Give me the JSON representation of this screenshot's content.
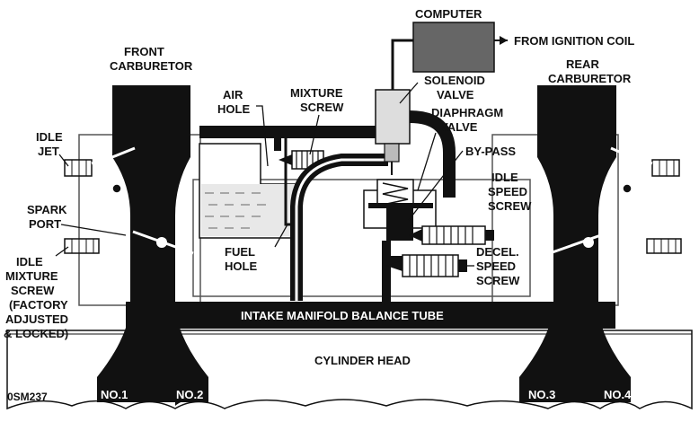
{
  "labels": {
    "computer": "COMPUTER",
    "from_ignition_coil": "FROM IGNITION COIL",
    "front_carb_line1": "FRONT",
    "front_carb_line2": "CARBURETOR",
    "rear_carb_line1": "REAR",
    "rear_carb_line2": "CARBURETOR",
    "solenoid_line1": "SOLENOID",
    "solenoid_line2": "VALVE",
    "air_hole_line1": "AIR",
    "air_hole_line2": "HOLE",
    "mixture_screw_line1": "MIXTURE",
    "mixture_screw_line2": "SCREW",
    "diaphragm_line1": "DIAPHRAGM",
    "diaphragm_line2": "VALVE",
    "bypass": "BY-PASS",
    "idle_jet_line1": "IDLE",
    "idle_jet_line2": "JET",
    "idle_speed_line1": "IDLE",
    "idle_speed_line2": "SPEED",
    "idle_speed_line3": "SCREW",
    "spark_port_line1": "SPARK",
    "spark_port_line2": "PORT",
    "idle_mixture_line1": "IDLE",
    "idle_mixture_line2": "MIXTURE",
    "idle_mixture_line3": "SCREW",
    "idle_mixture_line4": "(FACTORY",
    "idle_mixture_line5": "ADJUSTED",
    "idle_mixture_line6": "& LOCKED)",
    "fuel_hole_line1": "FUEL",
    "fuel_hole_line2": "HOLE",
    "decel_line1": "DECEL.",
    "decel_line2": "SPEED",
    "decel_line3": "SCREW",
    "balance_tube": "INTAKE MANIFOLD BALANCE TUBE",
    "cylinder_head": "CYLINDER HEAD",
    "no1": "NO.1",
    "no2": "NO.2",
    "no3": "NO.3",
    "no4": "NO.4",
    "figure_code": "0SM237"
  }
}
